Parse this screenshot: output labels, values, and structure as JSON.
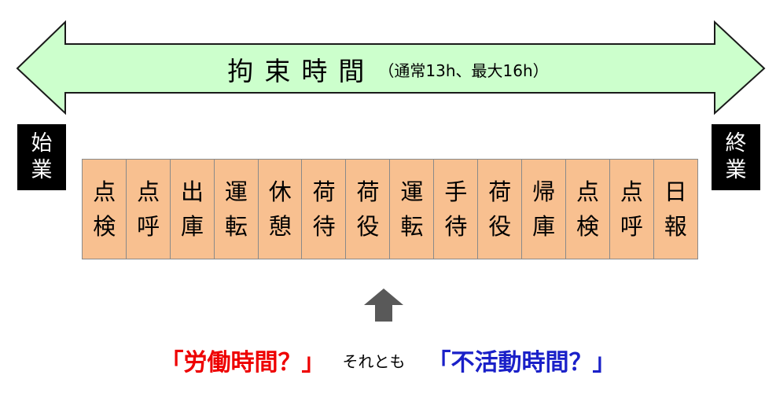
{
  "arrow": {
    "title": "拘束時間",
    "subtitle": "（通常13h、最大16h）",
    "fill": "#ccffcc",
    "stroke": "#1a1a1a"
  },
  "start_label": [
    "始",
    "業"
  ],
  "end_label": [
    "終",
    "業"
  ],
  "tasks": [
    [
      "点",
      "検"
    ],
    [
      "点",
      "呼"
    ],
    [
      "出",
      "庫"
    ],
    [
      "運",
      "転"
    ],
    [
      "休",
      "憩"
    ],
    [
      "荷",
      "待"
    ],
    [
      "荷",
      "役"
    ],
    [
      "運",
      "転"
    ],
    [
      "手",
      "待"
    ],
    [
      "荷",
      "役"
    ],
    [
      "帰",
      "庫"
    ],
    [
      "点",
      "検"
    ],
    [
      "点",
      "呼"
    ],
    [
      "日",
      "報"
    ]
  ],
  "task_fill": "#f8c090",
  "up_arrow_color": "#595959",
  "question": {
    "part1": "「労働時間？」",
    "connector": "それとも",
    "part2": "「不活動時間？」",
    "part1_color": "#ee0000",
    "part2_color": "#1a20c8"
  }
}
